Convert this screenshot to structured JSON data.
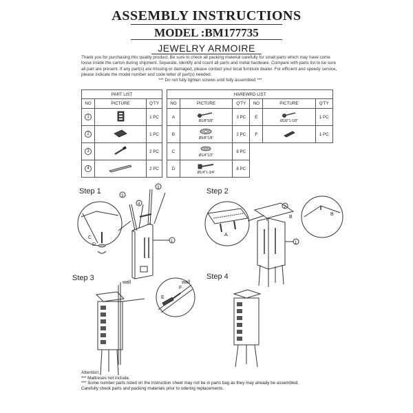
{
  "header": {
    "title": "ASSEMBLY INSTRUCTIONS",
    "model": "MODEL :BM177735",
    "product": "JEWELRY ARMOIRE"
  },
  "intro": {
    "text": "Thank you for purchasing this quality product. Be sure to check all packing material carefully for small parts which may have come loose inside the carton during shipment. Separate, identify and count all parts and metal hardware. Compare with parts list to be sure all part are present. If any part(s) are missing or damaged, please contact your local furniture dealer. For efficient and speedy service, please indicate the model number and code letter of part(s) needed.",
    "note": "*** Do not fully tighten screws until fully assembled ***"
  },
  "part_list": {
    "title": "PART LIST",
    "headers": [
      "NO",
      "PICTURE",
      "Q'TY"
    ],
    "rows": [
      {
        "no": "1",
        "qty": "1 PC"
      },
      {
        "no": "2",
        "qty": "1 PC"
      },
      {
        "no": "3",
        "qty": "2 PC"
      },
      {
        "no": "4",
        "qty": "2 PC"
      }
    ]
  },
  "hardware_list": {
    "title": "HAREWRD  LIST",
    "headers": [
      "NO",
      "PICTURE",
      "Q'TY",
      "NO",
      "PICTURE",
      "Q'TY"
    ],
    "left_rows": [
      {
        "no": "A",
        "size": "Ø1/8\"5/8\"",
        "qty": "3 PC"
      },
      {
        "no": "B",
        "size": "Ø5/8\"1/8\"",
        "qty": "2 PC"
      },
      {
        "no": "C",
        "size": "Ø1/4\"1/2\"",
        "qty": "8 PC"
      },
      {
        "no": "D",
        "size": "Ø1/4\"1-3/4\"",
        "qty": "8 PC"
      }
    ],
    "right_rows": [
      {
        "no": "E",
        "size": "Ø1/8\"1-1/8\"",
        "qty": "1 PC"
      },
      {
        "no": "F",
        "size": "",
        "qty": "1 PC"
      }
    ]
  },
  "steps": {
    "step1": "Step  1",
    "step2": "Step  2",
    "step3": "Step  3",
    "step4": "Step  4"
  },
  "callouts": {
    "one": "1",
    "three": "3",
    "four": "4",
    "a": "A",
    "b": "B",
    "c": "C",
    "d": "D",
    "e": "E",
    "f": "F",
    "wall": "wall"
  },
  "attention": {
    "heading": "Attention:",
    "line1": "*** Mattreses not include.",
    "line2": "*** Some number parts listed on the instruction sheet may not be in parts bag as they may already be assembled.",
    "line3": "Carefully check parts and packing materials prior to odering replacements."
  }
}
